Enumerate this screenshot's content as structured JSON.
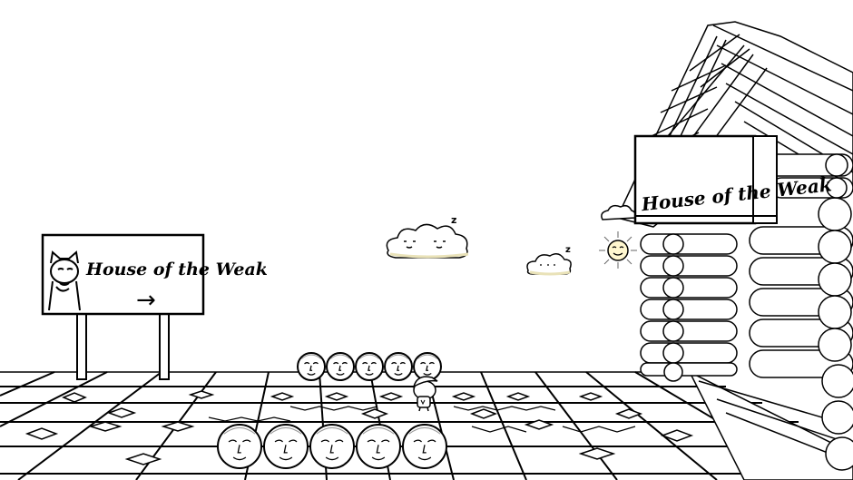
{
  "scene": {
    "left_sign": {
      "text": "House of the Weak",
      "arrow": "→"
    },
    "house_sign": {
      "text": "House of the Weak"
    },
    "sleep_marks": [
      "z",
      "z"
    ],
    "colors": {
      "ink": "#000000",
      "paper": "#ffffff",
      "cloud_shadow": "#e9e2b8",
      "sun_yellow": "#fff7cf",
      "floor_tile": "#ffffff"
    },
    "entities": {
      "face_tokens_back_row": 5,
      "face_tokens_front_row": 5,
      "clouds": [
        "cloud-large-sleeping",
        "cloud-small-sleeping"
      ],
      "player": "capped-kid"
    }
  }
}
